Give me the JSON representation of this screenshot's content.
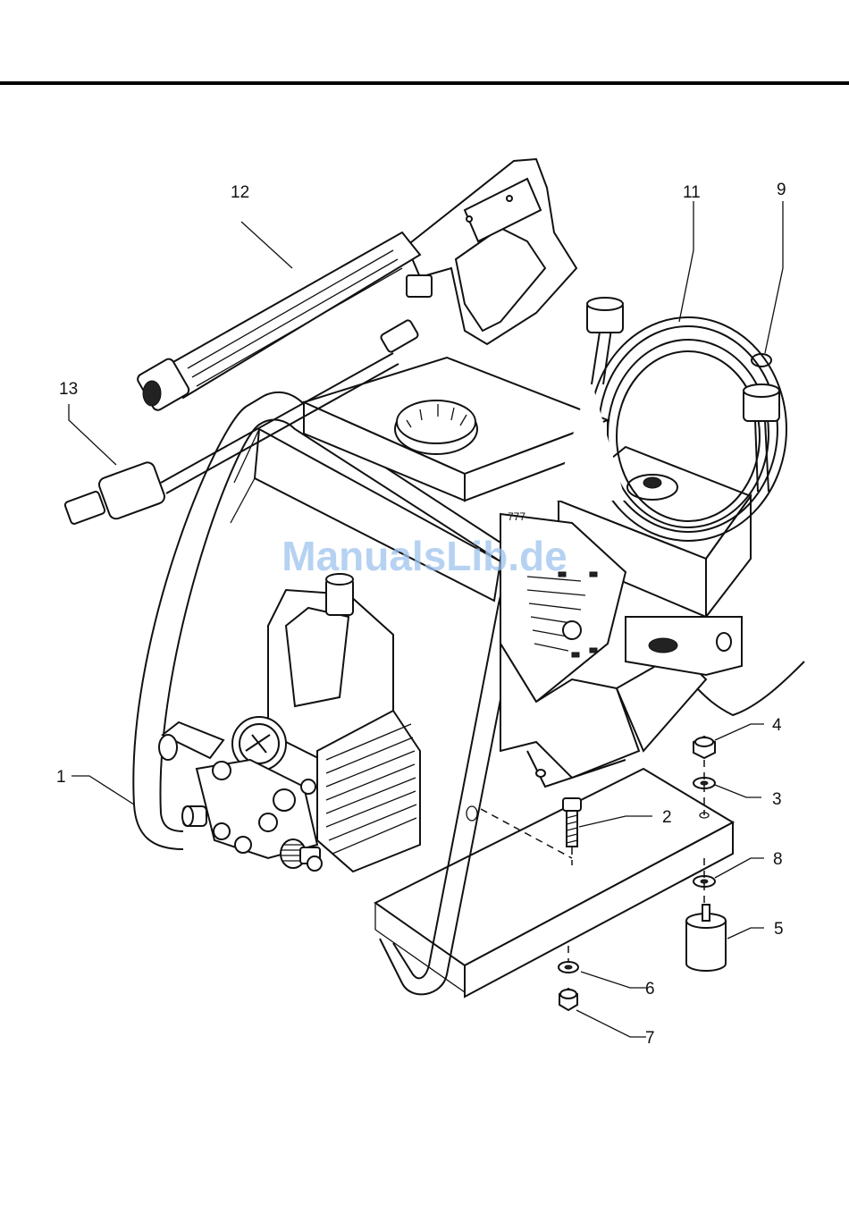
{
  "watermark": "ManualsLib.de",
  "callouts": [
    "1",
    "2",
    "3",
    "4",
    "5",
    "6",
    "7",
    "8",
    "9",
    "11",
    "12",
    "13"
  ]
}
